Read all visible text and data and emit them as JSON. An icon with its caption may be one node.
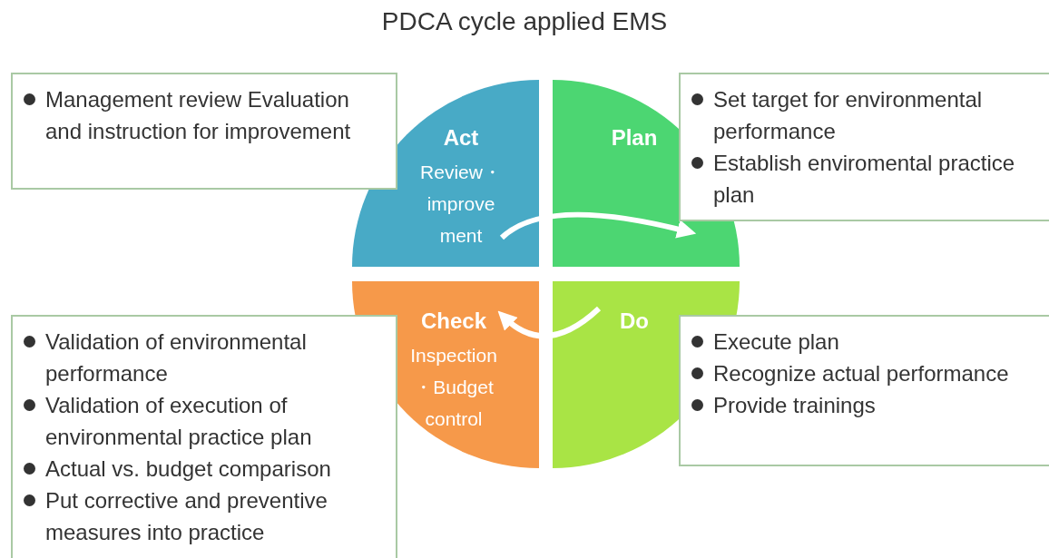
{
  "diagram": {
    "title": "PDCA cycle applied EMS",
    "nodes": [
      {
        "text": [
          "Act",
          "Review・ improve ment"
        ]
      },
      {
        "text": [
          "Plan"
        ]
      },
      {
        "text": [
          "Do"
        ]
      },
      {
        "text": [
          "Check",
          "Inspection ・Budget control"
        ]
      },
      {
        "text": [
          "Management review Evaluation and instruction for improvement"
        ]
      },
      {
        "text": [
          "Set target for environmental performance",
          "Establish enviromental practice plan"
        ]
      },
      {
        "text": [
          "Validation of environmental performance",
          "Validation of execution of environmental practice plan",
          "Actual vs. budget comparison",
          "Put corrective and preventive measures into practice"
        ]
      },
      {
        "text": [
          "Execute plan",
          "Recognize actual performance",
          "Provide trainings"
        ]
      }
    ],
    "edges": [
      {
        "from": 0,
        "to": 1,
        "arrow": "to"
      },
      {
        "from": 2,
        "to": 3,
        "arrow": "to"
      }
    ]
  }
}
